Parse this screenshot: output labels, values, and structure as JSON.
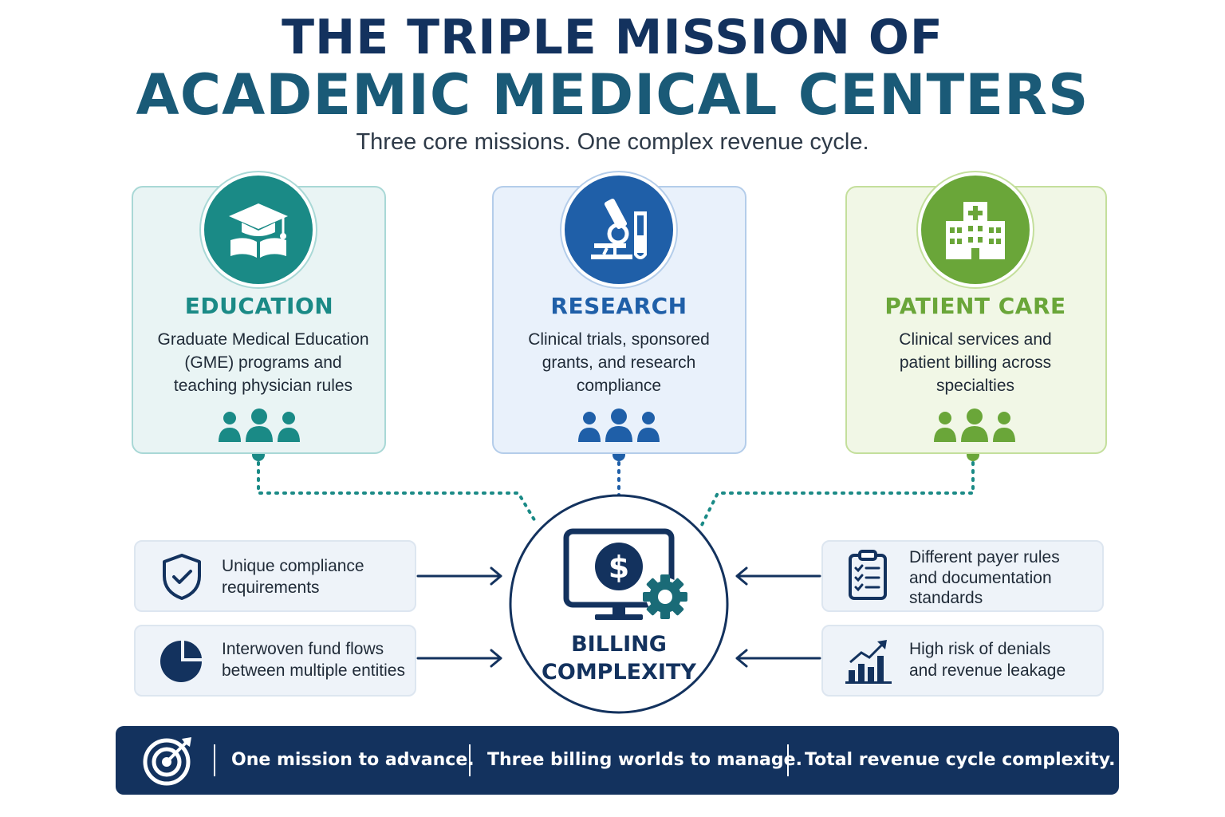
{
  "header": {
    "title_line1": "THE TRIPLE MISSION OF",
    "title_line2": "ACADEMIC MEDICAL CENTERS",
    "subtitle": "Three core missions. One complex revenue cycle."
  },
  "missions": [
    {
      "title": "EDUCATION",
      "lines": [
        "Graduate Medical Education",
        "(GME) programs and",
        "teaching physician rules"
      ],
      "icon": "graduation-cap-book-icon",
      "color": "#1a8a86"
    },
    {
      "title": "RESEARCH",
      "lines": [
        "Clinical trials, sponsored",
        "grants, and research",
        "compliance"
      ],
      "icon": "microscope-test-tube-icon",
      "color": "#1f5fa8"
    },
    {
      "title": "PATIENT CARE",
      "lines": [
        "Clinical services and",
        "patient billing across",
        "specialties"
      ],
      "icon": "hospital-building-icon",
      "color": "#6aa639"
    }
  ],
  "center": {
    "title_line1": "BILLING",
    "title_line2": "COMPLEXITY",
    "icon": "monitor-dollar-gear-icon"
  },
  "factors_left": [
    {
      "lines": [
        "Unique compliance",
        "requirements"
      ],
      "icon": "shield-check-icon"
    },
    {
      "lines": [
        "Interwoven fund flows",
        "between multiple entities"
      ],
      "icon": "pie-chart-icon"
    }
  ],
  "factors_right": [
    {
      "lines": [
        "Different payer rules",
        "and documentation",
        "standards"
      ],
      "icon": "clipboard-checklist-icon"
    },
    {
      "lines": [
        "High risk of denials",
        "and revenue leakage"
      ],
      "icon": "bar-chart-rising-icon"
    }
  ],
  "banner": {
    "icon": "target-arrow-icon",
    "segments": [
      "One mission to advance.",
      "Three billing worlds to manage.",
      "Total revenue cycle complexity."
    ]
  },
  "colors": {
    "navy": "#13325e",
    "teal": "#1a8a86",
    "blue": "#1f5fa8",
    "green": "#6aa639"
  }
}
